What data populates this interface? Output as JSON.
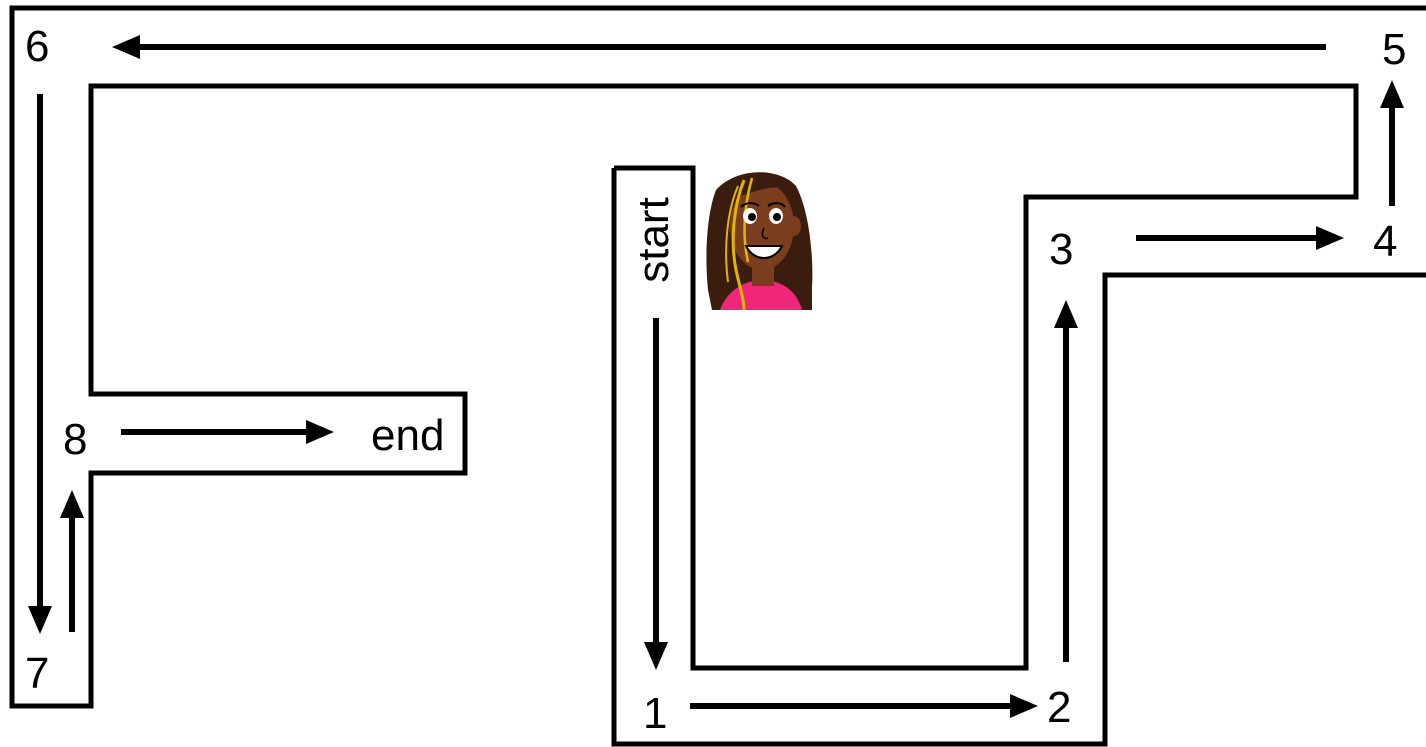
{
  "waypoints": {
    "start": "start",
    "w1": "1",
    "w2": "2",
    "w3": "3",
    "w4": "4",
    "w5": "5",
    "w6": "6",
    "w7": "7",
    "w8": "8",
    "end": "end"
  },
  "character": {
    "icon": "girl-avatar-icon",
    "skin_color": "#7a3d1e",
    "hair_color": "#3b1d10",
    "highlight_color": "#e3b400",
    "shirt_color": "#f0267a"
  }
}
